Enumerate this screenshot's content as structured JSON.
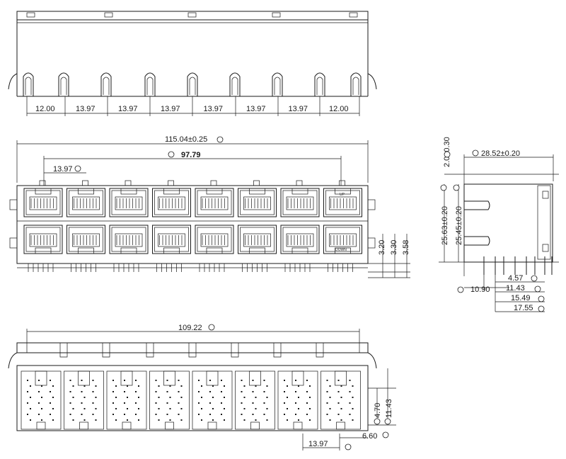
{
  "top_view": {
    "pitch_dimensions": [
      "12.00",
      "13.97",
      "13.97",
      "13.97",
      "13.97",
      "13.97",
      "13.97",
      "12.00"
    ]
  },
  "front_view": {
    "overall_width": "115.04±0.25",
    "span": "97.79",
    "port_pitch": "13.97",
    "port_labels": {
      "upper": "UP",
      "lower": "DOWN"
    },
    "pin_dims": [
      "3.20",
      "3.30",
      "3.58"
    ]
  },
  "side_view": {
    "depth": "28.52±0.20",
    "top_offset": "2.0±0.30",
    "height_total": "25.63±0.20",
    "height_body": "25.45±0.20",
    "bottom_dims": [
      "10.90",
      "4.57",
      "11.43",
      "15.49",
      "17.55"
    ]
  },
  "bottom_view": {
    "overall_width": "109.22",
    "pitch": "13.97",
    "edge_dims": [
      "6.60",
      "4.70",
      "11.43"
    ]
  },
  "colors": {
    "line": "#1a1a1a",
    "background": "#ffffff"
  }
}
